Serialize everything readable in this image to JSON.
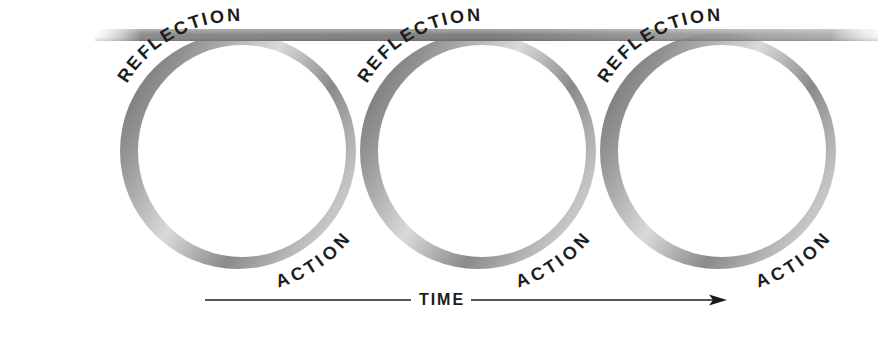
{
  "diagram": {
    "labels": [
      "REFLECTION",
      "REFLECTION",
      "REFLECTION",
      "ACTION",
      "ACTION",
      "ACTION",
      "TIME"
    ]
  }
}
